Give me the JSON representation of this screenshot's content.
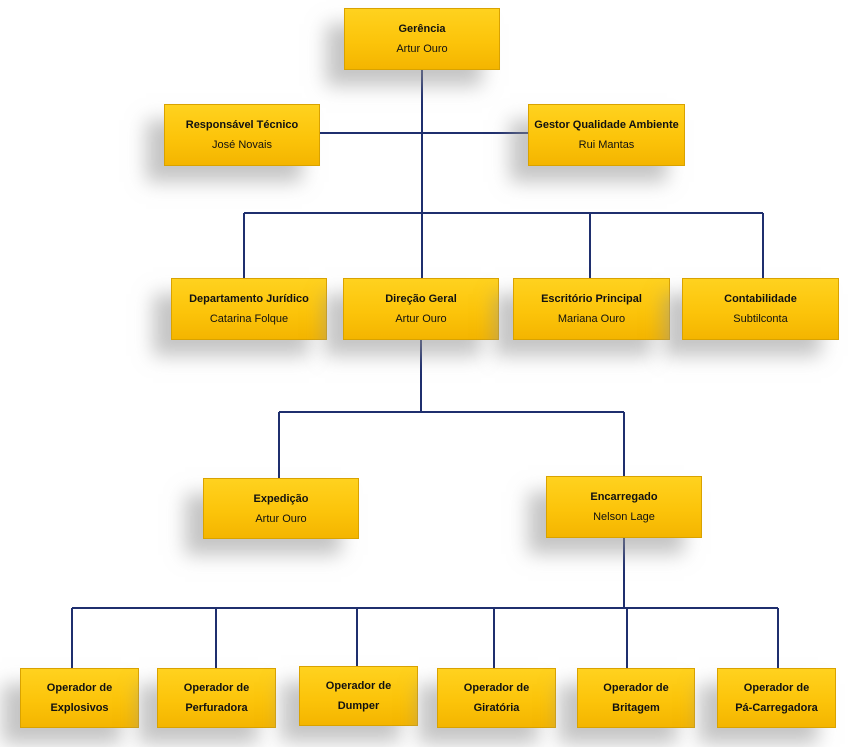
{
  "nodes": {
    "gerencia": {
      "title": "Gerência",
      "sub": "Artur Ouro"
    },
    "resp_tecnico": {
      "title": "Responsável Técnico",
      "sub": "José Novais"
    },
    "gestor_qa": {
      "title": "Gestor Qualidade Ambiente",
      "sub": "Rui Mantas"
    },
    "dep_juridico": {
      "title": "Departamento Jurídico",
      "sub": "Catarina Folque"
    },
    "direcao_geral": {
      "title": "Direção Geral",
      "sub": "Artur Ouro"
    },
    "escritorio": {
      "title": "Escritório Principal",
      "sub": "Mariana Ouro"
    },
    "contabilidade": {
      "title": "Contabilidade",
      "sub": "Subtilconta"
    },
    "expedicao": {
      "title": "Expedição",
      "sub": "Artur Ouro"
    },
    "encarregado": {
      "title": "Encarregado",
      "sub": "Nelson Lage"
    },
    "op_explosivos": {
      "line1": "Operador de",
      "line2": "Explosivos"
    },
    "op_perfuradora": {
      "line1": "Operador de",
      "line2": "Perfuradora"
    },
    "op_dumper": {
      "line1": "Operador de",
      "line2": "Dumper"
    },
    "op_giratoria": {
      "line1": "Operador de",
      "line2": "Giratória"
    },
    "op_britagem": {
      "line1": "Operador de",
      "line2": "Britagem"
    },
    "op_pa": {
      "line1": "Operador de",
      "line2": "Pá-Carregadora"
    }
  },
  "colors": {
    "line": "#1f2f6e",
    "box": "#fcc40a"
  }
}
